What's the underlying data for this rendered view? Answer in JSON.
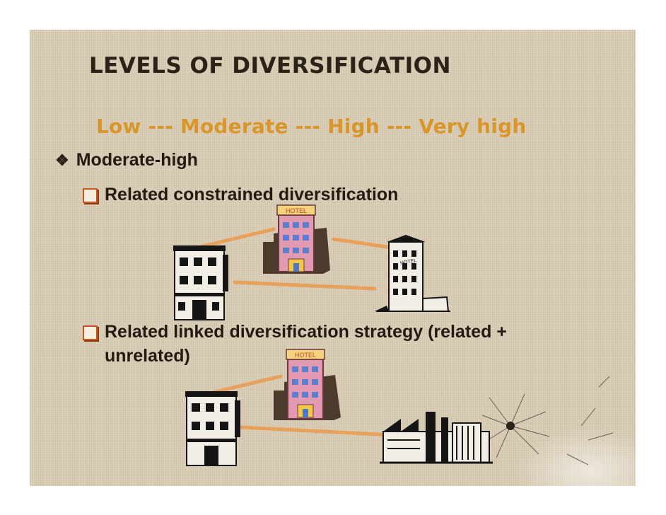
{
  "slide": {
    "title": "LEVELS OF DIVERSIFICATION",
    "scale_line": "Low --- Moderate --- High --- Very high",
    "level_bullet": "Moderate-high",
    "sub_bullets": [
      "Related constrained diversification",
      "Related linked diversification strategy (related + unrelated)"
    ],
    "hotel_sign": "HOTEL",
    "hotel_sign_2": "HOTEL",
    "tower_sign": "HOTEL"
  },
  "colors": {
    "title": "#2b2218",
    "scale_text": "#d9962a",
    "connector": "#e8a05a",
    "checkbox": "#c9571e",
    "hotel_body": "#e39ab0"
  },
  "icons": {
    "level_bullet": "diamond-bullet-icon",
    "sub_bullet": "checkbox-bullet-icon"
  }
}
